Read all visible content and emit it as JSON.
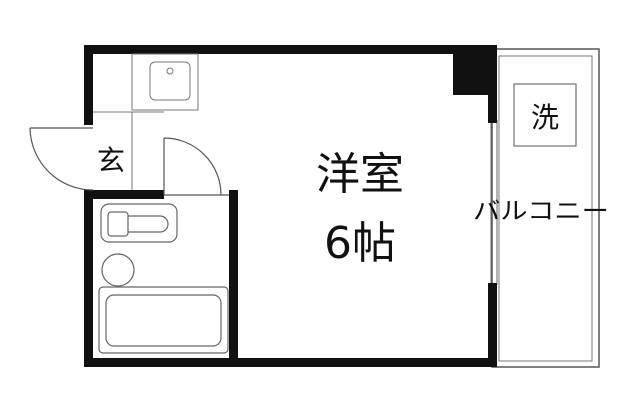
{
  "rooms": {
    "main_room_name": "洋室",
    "main_room_size": "6帖",
    "entrance": "玄",
    "laundry": "洗",
    "balcony": "バルコニー"
  }
}
